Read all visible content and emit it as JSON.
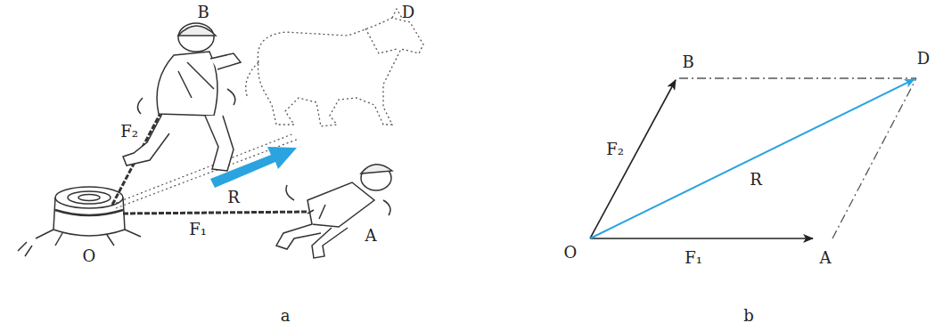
{
  "diagram": {
    "labels": [
      "B",
      "D",
      "F₂",
      "R",
      "O",
      "F₁",
      "A",
      "a",
      "B",
      "D",
      "F₂",
      "R",
      "O",
      "F₁",
      "A",
      "b"
    ]
  }
}
